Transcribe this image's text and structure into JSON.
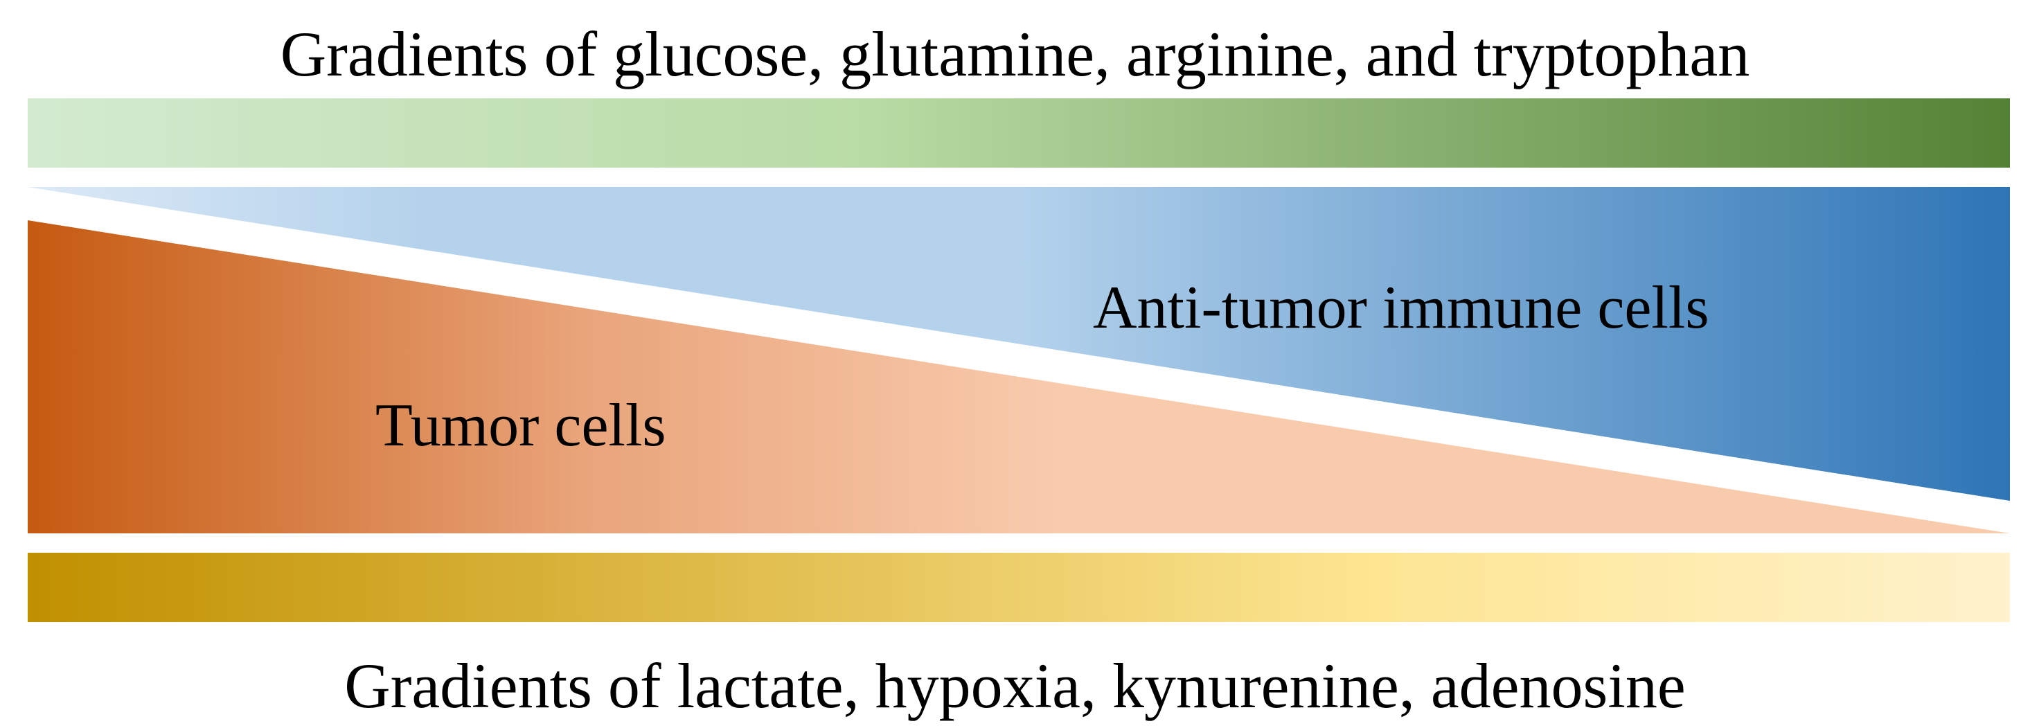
{
  "top_title": "Gradients of glucose, glutamine, arginine, and tryptophan",
  "bottom_title": "Gradients of lactate, hypoxia, kynurenine, adenosine",
  "immune_label": "Anti-tumor immune cells",
  "tumor_label": "Tumor cells",
  "colors": {
    "nutrient_light": "#d3ead0",
    "nutrient_mid": "#b9dba5",
    "nutrient_dark": "#548235",
    "immune_light": "#dce9f6",
    "immune_mid": "#b4d2ec",
    "immune_dark": "#2e75b6",
    "tumor_dark": "#c55a11",
    "tumor_mid": "#e9a47a",
    "tumor_light": "#f8cbad",
    "metabolite_dark": "#c09000",
    "metabolite_mid": "#fde592",
    "metabolite_light": "#fff2cc"
  }
}
